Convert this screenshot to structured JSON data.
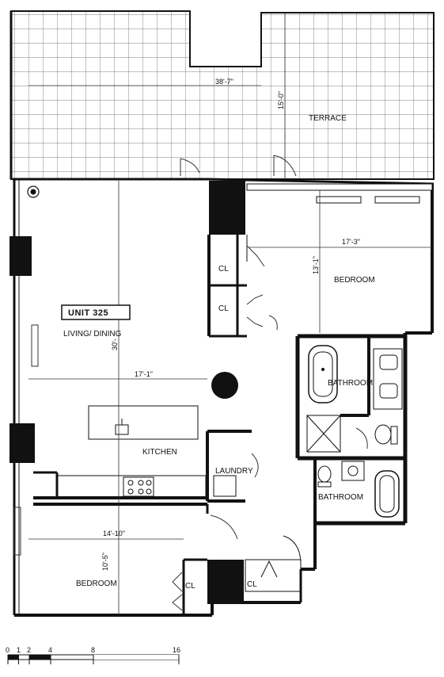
{
  "unit_label": "UNIT  325",
  "rooms": {
    "terrace": "TERRACE",
    "living_dining": "LIVING/ DINING",
    "kitchen": "KITCHEN",
    "bedroom_main": "BEDROOM",
    "bathroom_main": "BATHROOM",
    "laundry": "LAUNDRY",
    "bathroom_second": "BATHROOM",
    "bedroom_second": "BEDROOM",
    "closet_label": "CL"
  },
  "dimensions": {
    "terrace_width": "38'-7\"",
    "terrace_depth": "15'-0\"",
    "main_bedroom_width": "17'-3\"",
    "main_bedroom_depth": "13'-1\"",
    "living_depth": "30'-",
    "living_width": "17'-1\"",
    "second_bedroom_width": "14'-10\"",
    "second_bedroom_depth": "10'-5\""
  },
  "scale_bar": {
    "ticks": [
      "0",
      "1",
      "2",
      "4",
      "8",
      "16"
    ]
  }
}
